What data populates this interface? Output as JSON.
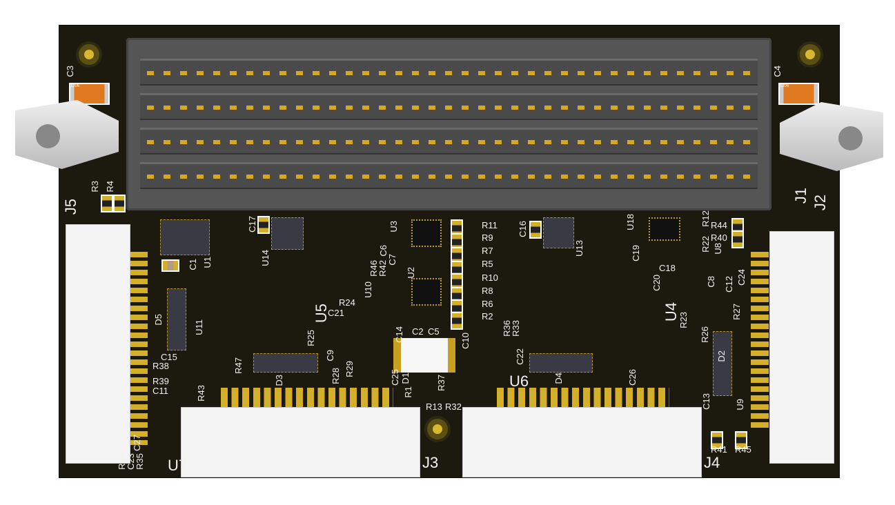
{
  "board": {
    "mask_color": "#1c1a0e",
    "pad_color": "#d4b02a",
    "silk_color": "#f2f2f2"
  },
  "labels": [
    "J5",
    "J1",
    "J2",
    "J3",
    "J4",
    "U1",
    "C1",
    "C3",
    "C4",
    "R3",
    "R4",
    "C17",
    "U14",
    "U3",
    "C6",
    "C7",
    "R46",
    "R42",
    "U10",
    "R24",
    "C21",
    "U5",
    "R25",
    "C9",
    "R28",
    "R29",
    "C25",
    "D3",
    "D5",
    "U11",
    "C15",
    "R38",
    "R39",
    "C11",
    "R43",
    "R47",
    "C27",
    "R34",
    "C23",
    "R35",
    "U7",
    "U2",
    "C14",
    "C2",
    "C5",
    "R11",
    "R9",
    "R7",
    "R5",
    "R10",
    "R8",
    "R6",
    "R2",
    "D1",
    "R1",
    "R13",
    "R32",
    "R37",
    "C10",
    "R36",
    "R33",
    "C22",
    "U6",
    "D4",
    "C26",
    "C16",
    "U13",
    "U18",
    "C19",
    "C18",
    "C20",
    "U4",
    "R12",
    "R22",
    "U8",
    "R44",
    "R40",
    "C8",
    "C12",
    "C24",
    "R27",
    "R23",
    "R26",
    "D2",
    "C13",
    "U9",
    "R41",
    "R45"
  ],
  "package_marks": [
    "1206",
    "1206"
  ]
}
